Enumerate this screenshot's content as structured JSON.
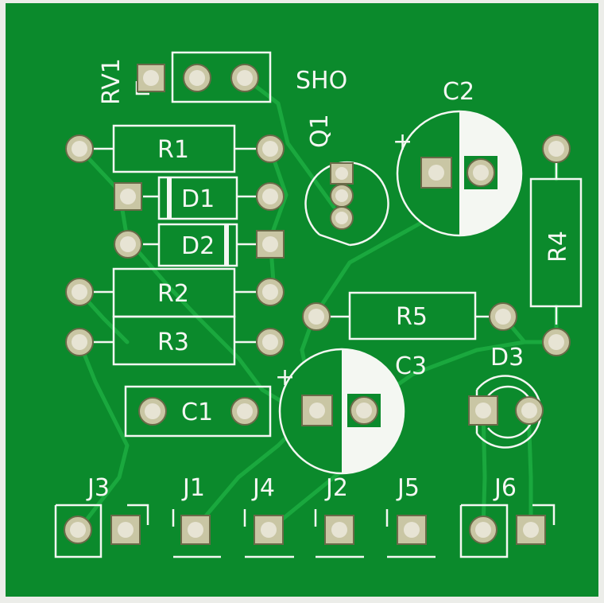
{
  "colors": {
    "board_edge": "#ecede9",
    "soldermask": "#0b8a2c",
    "soldermask_light": "#109a35",
    "trace": "#1aa83e",
    "silkscreen": "#f4f7f2",
    "copper_pad": "#c9c6a4",
    "pad_hole": "#e7e4d4",
    "pad_ring": "#6a6a48"
  },
  "labels": {
    "rv1": "RV1",
    "sho": "SHO",
    "q1": "Q1",
    "c2": "C2",
    "r1": "R1",
    "d1": "D1",
    "d2": "D2",
    "r2": "R2",
    "r3": "R3",
    "r4": "R4",
    "r5": "R5",
    "c3": "C3",
    "d3": "D3",
    "c1": "C1",
    "j3": "J3",
    "j1": "J1",
    "j4": "J4",
    "j2": "J2",
    "j5": "J5",
    "j6": "J6",
    "plus_c2": "+",
    "plus_c3": "+"
  }
}
